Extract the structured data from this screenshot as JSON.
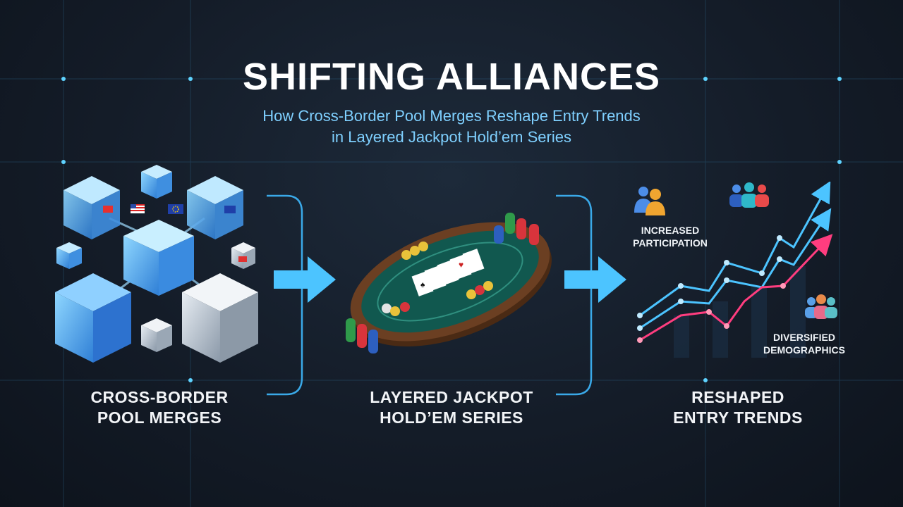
{
  "header": {
    "title": "SHIFTING ALLIANCES",
    "subtitle_line1": "How Cross-Border Pool Merges Reshape Entry Trends",
    "subtitle_line2": "in Layered Jackpot Hold’em Series"
  },
  "stages": [
    {
      "line1": "CROSS-BORDER",
      "line2": "POOL MERGES"
    },
    {
      "line1": "LAYERED JACKPOT",
      "line2": "HOLD’EM SERIES"
    },
    {
      "line1": "RESHAPED",
      "line2": "ENTRY TRENDS"
    }
  ],
  "annotations": {
    "participation_line1": "INCREASED",
    "participation_line2": "PARTICIPATION",
    "demographics_line1": "DIVERSIFIED",
    "demographics_line2": "DEMOGRAPHICS"
  },
  "icons": {
    "cubes": "globe-cube-icon",
    "flags": "flag-icon",
    "table": "poker-table-icon",
    "chips": "chip-stack-icon",
    "cards": "playing-card-icon",
    "arrow": "right-arrow-icon",
    "people": "people-group-icon",
    "trend": "trend-line-icon"
  },
  "colors": {
    "accent": "#3cc4ff",
    "pink": "#ff3d7f",
    "felt": "#11584f",
    "rail": "#6b3f22"
  }
}
